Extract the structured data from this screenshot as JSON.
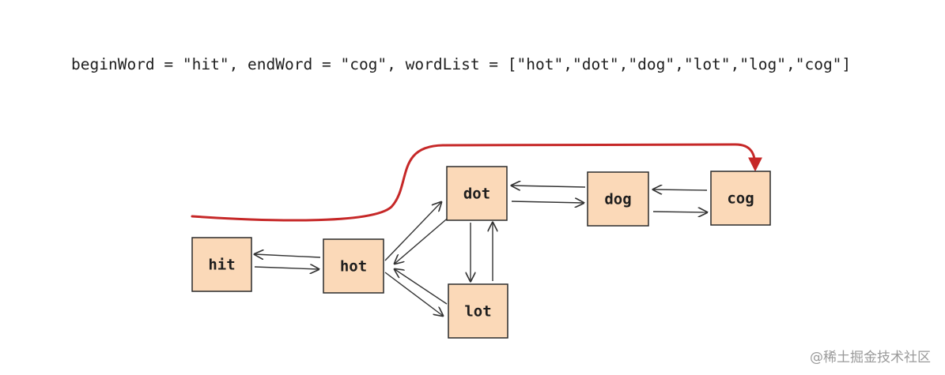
{
  "header": {
    "text": "beginWord = \"hit\", endWord = \"cog\", wordList = [\"hot\",\"dot\",\"dog\",\"lot\",\"log\",\"cog\"]"
  },
  "nodes": {
    "hit": "hit",
    "hot": "hot",
    "dot": "dot",
    "lot": "lot",
    "dog": "dog",
    "cog": "cog"
  },
  "colors": {
    "node_fill": "#fbd9b8",
    "node_stroke": "#2a2a2a",
    "edge": "#333333",
    "path_highlight": "#c62828"
  },
  "watermark": "@稀土掘金技术社区"
}
